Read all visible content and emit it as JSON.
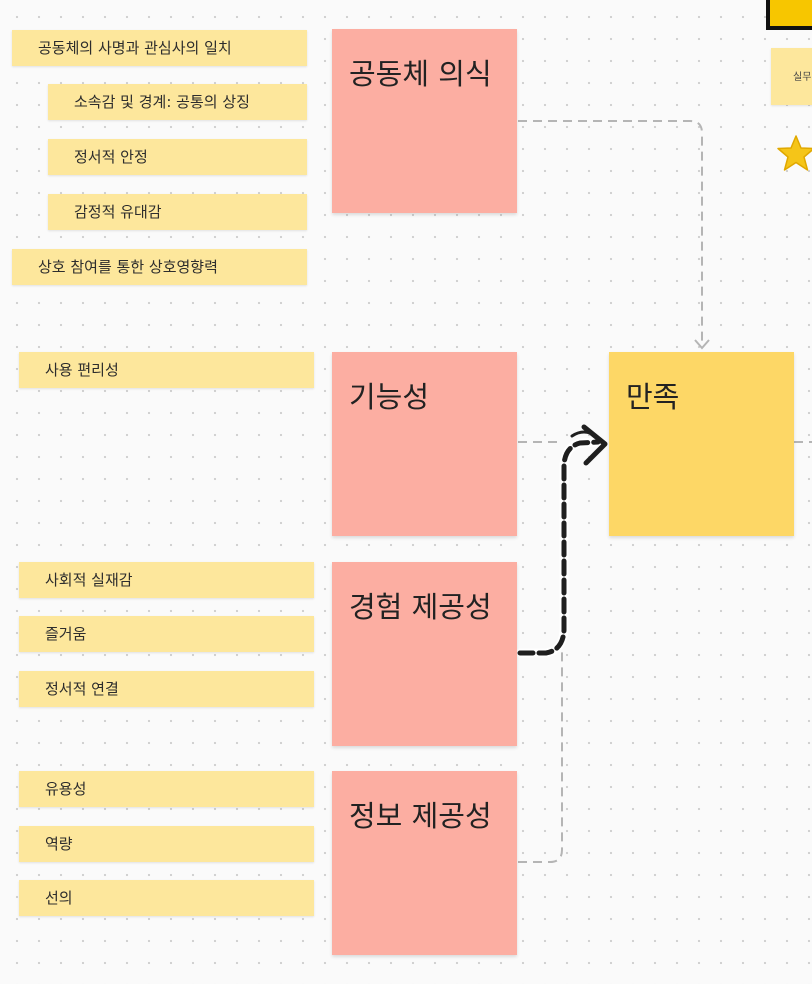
{
  "community": {
    "title": "공동체 의식",
    "notes": [
      "공동체의 사명과 관심사의 일치",
      "소속감 및 경계: 공통의 상징",
      "정서적 안정",
      "감정적 유대감",
      "상호 참여를 통한 상호영향력"
    ]
  },
  "functionality": {
    "title": "기능성",
    "notes": [
      "사용 편리성"
    ]
  },
  "experience": {
    "title": "경험 제공성",
    "notes": [
      "사회적 실재감",
      "즐거움",
      "정서적 연결"
    ]
  },
  "information": {
    "title": "정보 제공성",
    "notes": [
      "유용성",
      "역량",
      "선의"
    ]
  },
  "satisfaction": {
    "title": "만족"
  },
  "peek": {
    "note_text": "실무"
  },
  "colors": {
    "small_note": "#fde79c",
    "factor_note": "#fcaea2",
    "outcome_note": "#fdd766",
    "connector": "#b5b5b5",
    "marker": "#1f1f1f",
    "star": "#f5c518"
  }
}
